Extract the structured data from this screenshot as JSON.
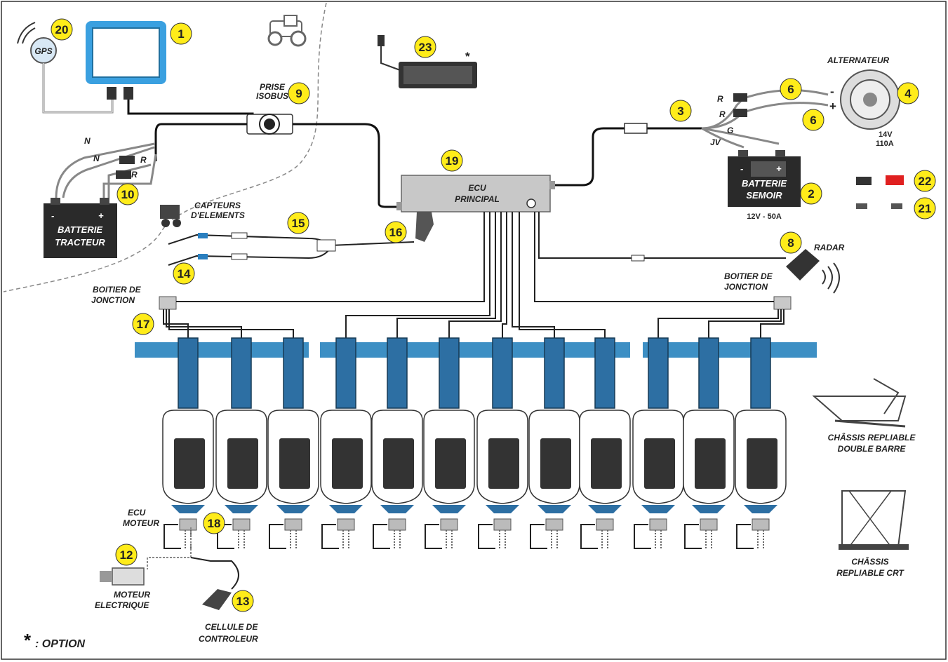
{
  "labels": {
    "gps": "GPS",
    "prise_isobus": "PRISE",
    "prise_isobus2": "ISOBUS",
    "alternateur": "ALTERNATEUR",
    "alt_volt": "14V",
    "alt_amp": "110A",
    "batterie_tracteur1": "BATTERIE",
    "batterie_tracteur2": "TRACTEUR",
    "batterie_semoir1": "BATTERIE",
    "batterie_semoir2": "SEMOIR",
    "batterie_semoir_spec": "12V - 50A",
    "ecu_principal1": "ECU",
    "ecu_principal2": "PRINCIPAL",
    "capteurs1": "CAPTEURS",
    "capteurs2": "D'ELEMENTS",
    "radar": "RADAR",
    "boitier_left1": "BOITIER DE",
    "boitier_left2": "JONCTION",
    "boitier_right1": "BOITIER DE",
    "boitier_right2": "JONCTION",
    "ecu_moteur1": "ECU",
    "ecu_moteur2": "MOTEUR",
    "moteur1": "MOTEUR",
    "moteur2": "ELECTRIQUE",
    "cellule1": "CELLULE DE",
    "cellule2": "CONTROLEUR",
    "chassis_double1": "CHÂSSIS REPLIABLE",
    "chassis_double2": "DOUBLE BARRE",
    "chassis_crt1": "CHÂSSIS",
    "chassis_crt2": "REPLIABLE CRT",
    "option_star": "*",
    "option_text": ": OPTION",
    "wire_n1": "N",
    "wire_n2": "N",
    "wire_r1": "R",
    "wire_r2": "R",
    "wire_r3": "R",
    "wire_r4": "R",
    "wire_g": "G",
    "wire_jv": "JV",
    "plus": "+",
    "minus": "-"
  },
  "callouts": [
    "1",
    "2",
    "3",
    "4",
    "6",
    "6",
    "8",
    "9",
    "10",
    "12",
    "13",
    "14",
    "15",
    "16",
    "17",
    "18",
    "19",
    "20",
    "21",
    "22",
    "23"
  ],
  "colors": {
    "callout_fill": "#ffec1a",
    "beam_blue": "#3d8fc4",
    "unit_blue": "#2d6fa3",
    "ecu_gray": "#c8c8c8",
    "battery_dark": "#2a2a2a",
    "battery_red": "#e02020"
  },
  "icons": [
    "gps-icon",
    "tablet-icon",
    "tractor-icon",
    "seeder-unit-icon",
    "radar-icon",
    "alternator-icon",
    "motor-icon",
    "sensor-cell-icon",
    "chassis-double-icon",
    "chassis-crt-icon"
  ]
}
